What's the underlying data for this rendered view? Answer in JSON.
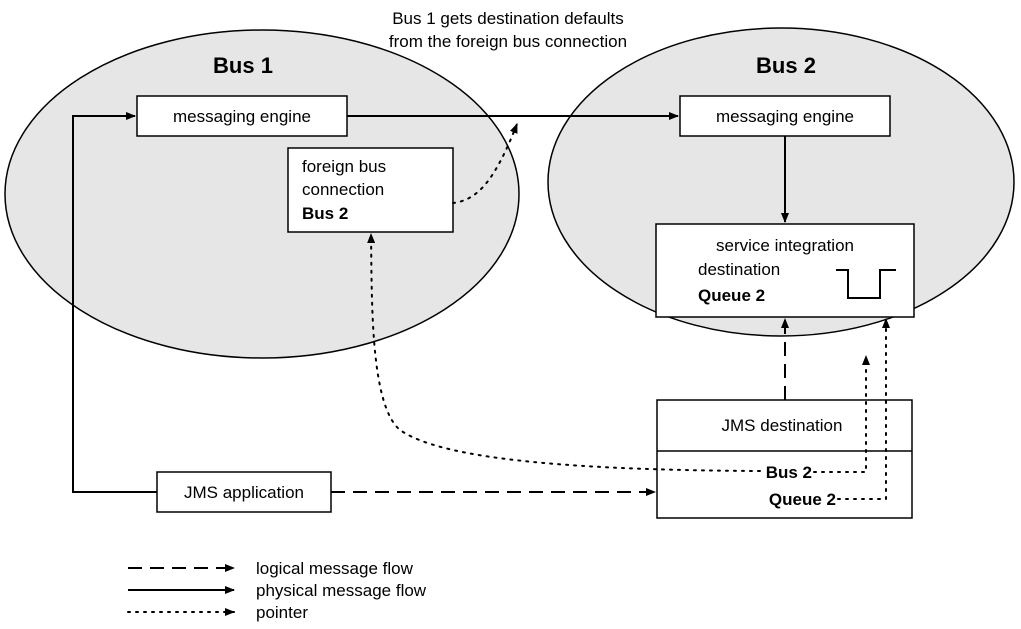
{
  "caption": {
    "line1": "Bus 1 gets destination defaults",
    "line2": "from the foreign bus connection"
  },
  "bus1": {
    "title": "Bus 1",
    "messaging_engine": "messaging engine",
    "foreign_bus": {
      "line1": "foreign bus",
      "line2": "connection",
      "bus_name": "Bus 2"
    }
  },
  "bus2": {
    "title": "Bus 2",
    "messaging_engine": "messaging engine",
    "destination": {
      "line1": "service integration",
      "line2": "destination",
      "queue_name": "Queue 2"
    }
  },
  "jms_application": "JMS application",
  "jms_destination": {
    "title": "JMS destination",
    "bus_name": "Bus 2",
    "queue_name": "Queue 2"
  },
  "legend": {
    "logical": "logical message flow",
    "physical": "physical message flow",
    "pointer": "pointer"
  },
  "colors": {
    "bus_fill": "#e6e6e6",
    "stroke": "#000000",
    "box_fill": "#ffffff"
  }
}
